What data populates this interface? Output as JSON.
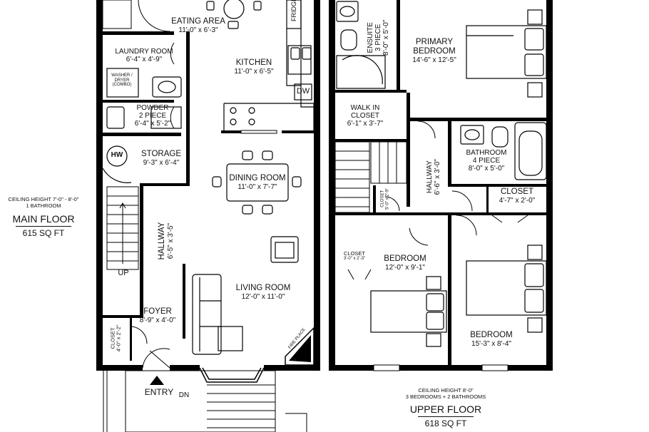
{
  "main_floor": {
    "ceiling_height": "CEILING HEIGHT 7'-0\" - 8'-0\"",
    "bathrooms": "1 BATHROOM",
    "title": "MAIN FLOOR",
    "area": "615 SQ FT",
    "rooms": {
      "eating_area": {
        "name": "EATING AREA",
        "dims": "11'-0\" x 6'-3\""
      },
      "kitchen": {
        "name": "KITCHEN",
        "dims": "11'-0\" x 6'-5\""
      },
      "laundry": {
        "name": "LAUNDRY ROOM",
        "dims": "6'-4\" x 4'-9\""
      },
      "powder": {
        "name": "POWDER",
        "type": "2 PIECE",
        "dims": "6'-4\" x 5'-2\""
      },
      "storage": {
        "name": "STORAGE",
        "dims": "9'-3\" x 6'-4\""
      },
      "dining": {
        "name": "DINING ROOM",
        "dims": "11'-0\" x 7'-7\""
      },
      "hallway": {
        "name": "HALLWAY",
        "dims": "6'-5\" x 3'-5\""
      },
      "living": {
        "name": "LIVING ROOM",
        "dims": "12'-0\" x 11'-0\""
      },
      "foyer": {
        "name": "FOYER",
        "dims": "8'-9\" x 4'-0\""
      },
      "closet": {
        "name": "CLOSET",
        "dims": "4'-0\" x 2'-2\""
      }
    },
    "fixtures": {
      "fridge": "FRIDGE",
      "dw": "DW",
      "hw": "HW",
      "washer_l1": "WASHER /",
      "washer_l2": "DRYER",
      "washer_l3": "(COMBO)",
      "up": "UP",
      "fireplace": "FIRE PLACE"
    },
    "entry": "ENTRY",
    "dn": "DN"
  },
  "upper_floor": {
    "ceiling_height": "CEILING HEIGHT 8'-0\"",
    "rooms_summary": "3 BEDROOMS + 2 BATHROOMS",
    "title": "UPPER FLOOR",
    "area": "618 SQ FT",
    "rooms": {
      "ensuite": {
        "name": "ENSUITE",
        "type": "3 PIECE",
        "dims": "8'-0\" x 5'-0\""
      },
      "primary": {
        "name": "PRIMARY",
        "name2": "BEDROOM",
        "dims": "14'-6\" x 12'-5\""
      },
      "walkin": {
        "name": "WALK IN",
        "name2": "CLOSET",
        "dims": "6'-1\" x 3'-7\""
      },
      "bath4": {
        "name": "BATHROOM",
        "type": "4 PIECE",
        "dims": "8'-0\" x 5'-0\""
      },
      "hallway": {
        "name": "HALLWAY",
        "dims": "6'-6\" x 3'-0\""
      },
      "closet_a": {
        "name": "CLOSET",
        "dims": "4'-7\" x 2'-0\""
      },
      "closet_b": {
        "name": "CLOSET",
        "dims": "5'-0\" x 2'-9\""
      },
      "closet_c": {
        "name": "CLOSET",
        "dims": "3'-0\" x 2'-3\""
      },
      "bedroom1": {
        "name": "BEDROOM",
        "dims": "12'-0\" x 9'-1\""
      },
      "bedroom2": {
        "name": "BEDROOM",
        "dims": "15'-3\" x 8'-4\""
      }
    }
  }
}
